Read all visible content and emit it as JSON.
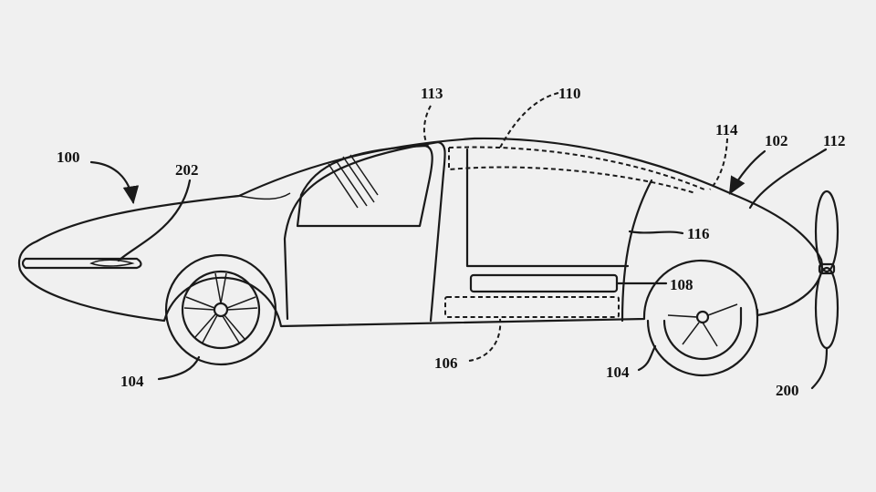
{
  "figure": {
    "labels": {
      "vehicle": "100",
      "body": "102",
      "wheel_front": "104",
      "wheel_rear": "104",
      "battery": "106",
      "handle": "108",
      "roof_panel": "110",
      "tail": "112",
      "seal": "113",
      "track": "114",
      "rear_door": "116",
      "propeller": "200",
      "light": "202"
    },
    "colors": {
      "background": "#f0f0f0",
      "ink": "#1a1a1a"
    }
  }
}
